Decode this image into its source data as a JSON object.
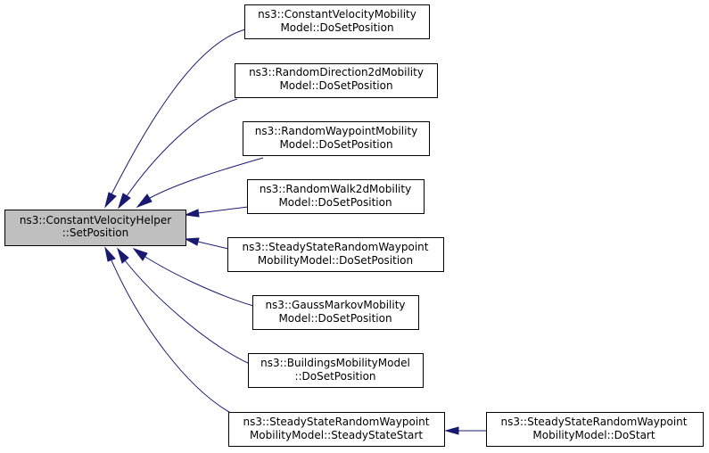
{
  "diagram": {
    "root": {
      "line1": "ns3::ConstantVelocityHelper",
      "line2": "::SetPosition"
    },
    "callers": [
      {
        "line1": "ns3::ConstantVelocityMobility",
        "line2": "Model::DoSetPosition"
      },
      {
        "line1": "ns3::RandomDirection2dMobility",
        "line2": "Model::DoSetPosition"
      },
      {
        "line1": "ns3::RandomWaypointMobility",
        "line2": "Model::DoSetPosition"
      },
      {
        "line1": "ns3::RandomWalk2dMobility",
        "line2": "Model::DoSetPosition"
      },
      {
        "line1": "ns3::SteadyStateRandomWaypoint",
        "line2": "MobilityModel::DoSetPosition"
      },
      {
        "line1": "ns3::GaussMarkovMobility",
        "line2": "Model::DoSetPosition"
      },
      {
        "line1": "ns3::BuildingsMobilityModel",
        "line2": "::DoSetPosition"
      },
      {
        "line1": "ns3::SteadyStateRandomWaypoint",
        "line2": "MobilityModel::SteadyStateStart"
      }
    ],
    "secondary": {
      "line1": "ns3::SteadyStateRandomWaypoint",
      "line2": "MobilityModel::DoStart"
    },
    "colors": {
      "edge": "#191970",
      "root_fill": "#bfbfbf",
      "node_fill": "#ffffff",
      "border": "#000000"
    }
  }
}
